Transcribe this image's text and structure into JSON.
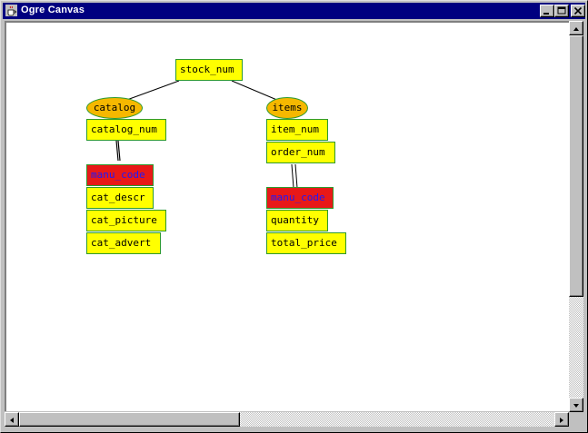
{
  "window": {
    "title": "Ogre Canvas",
    "icon": "java-coffee-cup-icon"
  },
  "titlebar_buttons": [
    "minimize-icon",
    "maximize-icon",
    "close-icon"
  ],
  "diagram": {
    "root": {
      "label": "stock_num"
    },
    "left": {
      "table": "catalog",
      "key": "catalog_num",
      "fields": [
        {
          "label": "manu_code",
          "highlight": true
        },
        {
          "label": "cat_descr",
          "highlight": false
        },
        {
          "label": "cat_picture",
          "highlight": false
        },
        {
          "label": "cat_advert",
          "highlight": false
        }
      ]
    },
    "right": {
      "table": "items",
      "keys": [
        "item_num",
        "order_num"
      ],
      "fields": [
        {
          "label": "manu_code",
          "highlight": true
        },
        {
          "label": "quantity",
          "highlight": false
        },
        {
          "label": "total_price",
          "highlight": false
        }
      ]
    },
    "colors": {
      "node_fill": "#ffff00",
      "node_border": "#2e9a2e",
      "highlight_fill": "#e81818",
      "highlight_text": "#1a1aff",
      "table_fill": "#f5b800"
    }
  },
  "scrollbars": {
    "vertical": {
      "up_icon": "arrow-up-icon",
      "down_icon": "arrow-down-icon"
    },
    "horizontal": {
      "left_icon": "arrow-left-icon",
      "right_icon": "arrow-right-icon"
    }
  }
}
